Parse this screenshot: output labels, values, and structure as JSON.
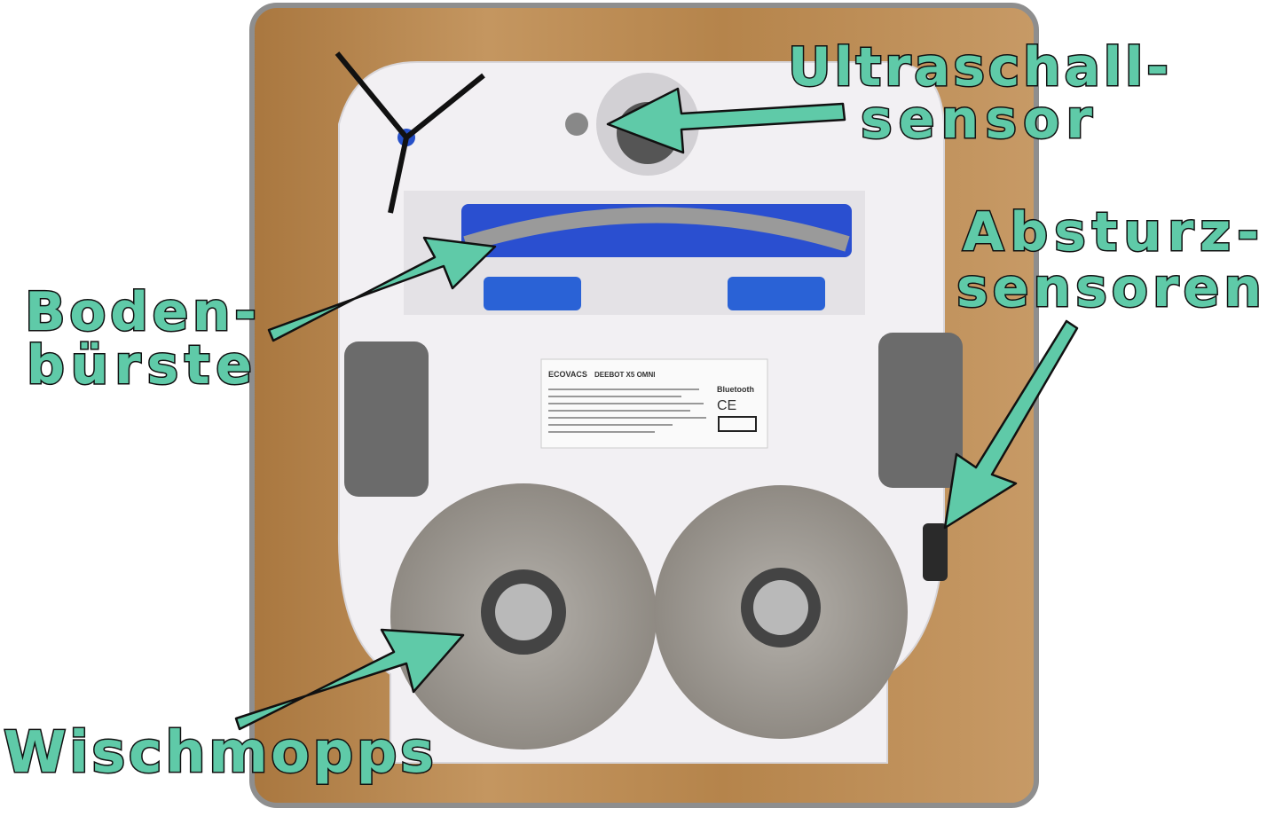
{
  "labels": {
    "ultrasonic_line1": "Ultraschall-",
    "ultrasonic_line2": "sensor",
    "cliff_line1": "Absturz-",
    "cliff_line2": "sensoren",
    "brush_line1": "Boden-",
    "brush_line2": "bürste",
    "mops": "Wischmopps"
  },
  "sticker": {
    "brand": "ECOVACS",
    "model": "DEEBOT X5 OMNI",
    "bluetooth": "Bluetooth",
    "ce": "CE"
  },
  "colors": {
    "label_fill": "#5fcaa8",
    "arrow_fill": "#5fcaa8",
    "wood": "#b98a55",
    "roller_blue": "#2a4fd0"
  }
}
